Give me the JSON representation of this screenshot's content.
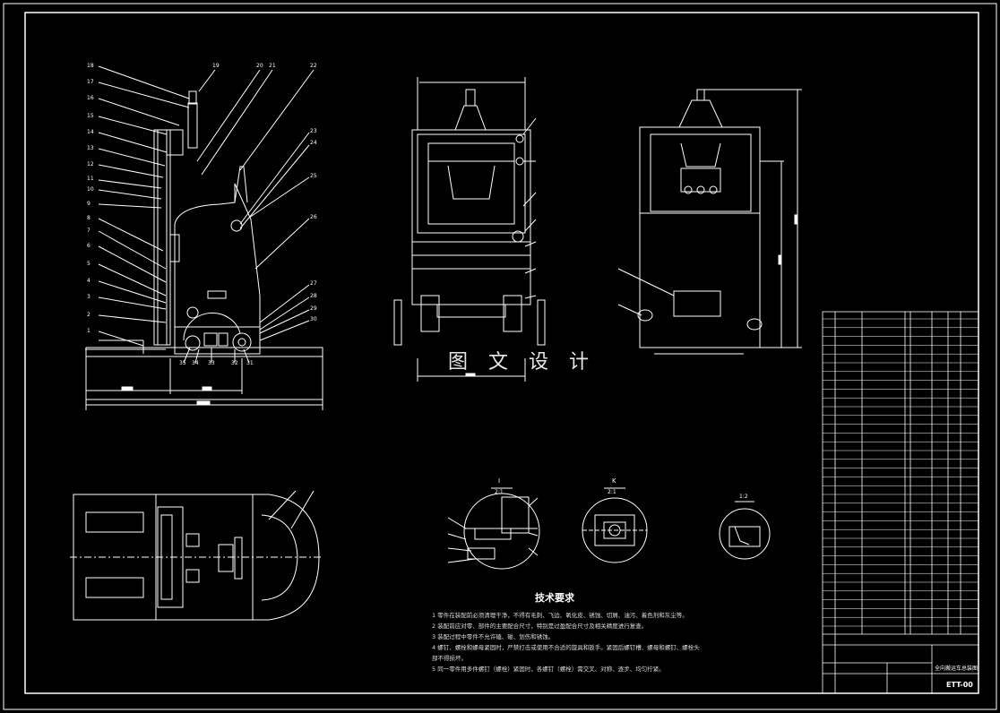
{
  "watermark": "图 文 设 计",
  "tech_requirements": {
    "title": "技术要求",
    "items": [
      "1 零件在装配前必须清理干净，不得有毛刺、飞边、氧化皮、锈蚀、切屑、油污、着色剂和灰尘等。",
      "2 装配前应对零、部件的主要配合尺寸，特别是过盈配合尺寸及相关精度进行复查。",
      "3 装配过程中零件不允许磕、碰、划伤和锈蚀。",
      "4 螺钉、螺栓和螺母紧固时，严禁打击或使用不合适的旋具和扳手。紧固后螺钉槽、螺母和螺钉、螺栓头",
      "  部不得损坏。",
      "5 同一零件用多件螺钉（螺栓）紧固时，各螺钉（螺栓）需交叉、对称、逐步、均匀拧紧。"
    ]
  },
  "detail_labels": {
    "d1": "I",
    "d1_scale": "2:1",
    "d2": "K",
    "d2_scale": "2:1",
    "d3": "1:2"
  },
  "title_block": {
    "drawing_code": "ETT-00",
    "drawing_name": "全向搬运车总装图"
  },
  "callouts_left": [
    "18",
    "17",
    "16",
    "15",
    "14",
    "13",
    "12",
    "11",
    "10",
    "9",
    "8",
    "7",
    "6",
    "5",
    "4",
    "3",
    "2",
    "1"
  ],
  "callouts_top": [
    "19",
    "20",
    "21",
    "22"
  ],
  "callouts_right": [
    "23",
    "24",
    "25",
    "26",
    "27",
    "28",
    "29",
    "30"
  ],
  "callouts_bottom": [
    "35",
    "34",
    "33",
    "32",
    "31"
  ]
}
